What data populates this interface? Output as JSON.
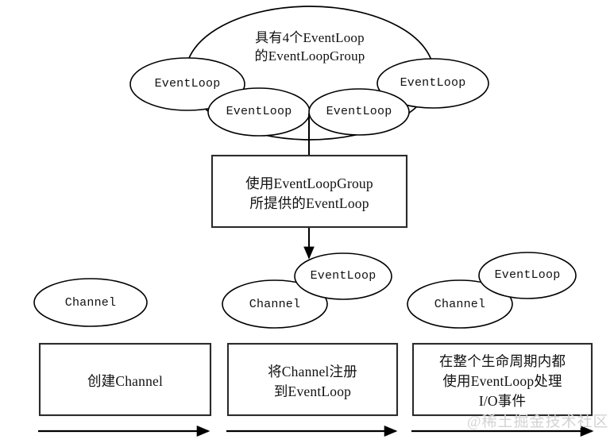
{
  "diagram": {
    "title_text": "具有4个EventLoop\n的EventLoopGroup",
    "colors": {
      "stroke": "#000000",
      "box_stroke": "#2b2b2b",
      "background": "#ffffff",
      "text": "#111111",
      "watermark": "#d3d3d3"
    },
    "cloud": {
      "caption_line1": "具有4个EventLoop",
      "caption_line2": "的EventLoopGroup",
      "event_loops": [
        {
          "label": "EventLoop",
          "position": "left"
        },
        {
          "label": "EventLoop",
          "position": "center-left"
        },
        {
          "label": "EventLoop",
          "position": "center-right"
        },
        {
          "label": "EventLoop",
          "position": "right"
        }
      ]
    },
    "middle_box": {
      "line1": "使用EventLoopGroup",
      "line2": "所提供的EventLoop"
    },
    "stages": [
      {
        "id": "stage-1",
        "channel_label": "Channel",
        "event_loop_label": null,
        "caption_lines": [
          "创建Channel"
        ]
      },
      {
        "id": "stage-2",
        "channel_label": "Channel",
        "event_loop_label": "EventLoop",
        "caption_lines": [
          "将Channel注册",
          "到EventLoop"
        ]
      },
      {
        "id": "stage-3",
        "channel_label": "Channel",
        "event_loop_label": "EventLoop",
        "caption_lines": [
          "在整个生命周期内都",
          "使用EventLoop处理",
          "I/O事件"
        ]
      }
    ],
    "watermark": "@稀土掘金技术社区"
  }
}
